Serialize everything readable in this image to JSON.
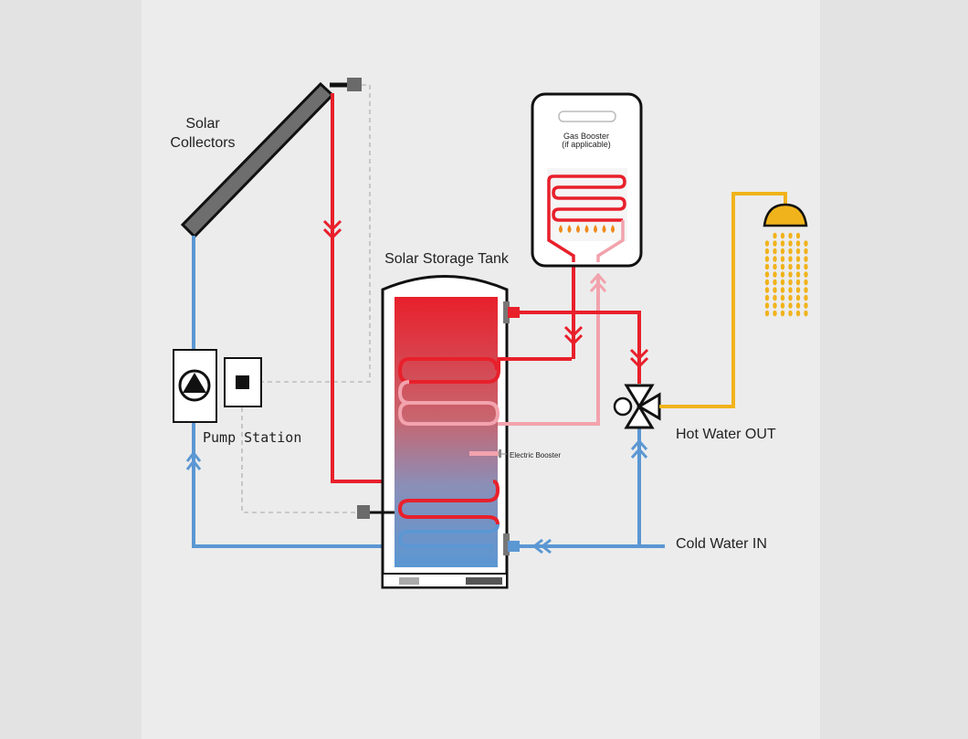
{
  "labels": {
    "solar_collectors_line1": "Solar",
    "solar_collectors_line2": "Collectors",
    "solar_storage_tank": "Solar Storage Tank",
    "gas_booster_line1": "Gas Booster",
    "gas_booster_line2": "(if applicable)",
    "pump_station": "Pump Station",
    "electric_booster": "Electric Booster",
    "hot_water_out": "Hot Water OUT",
    "cold_water_in": "Cold Water IN"
  },
  "colors": {
    "hot": "#e8202b",
    "warm": "#f2a3ad",
    "cold": "#5b97d3",
    "shower": "#f1b31b",
    "gray": "#777777",
    "dark": "#111111"
  }
}
